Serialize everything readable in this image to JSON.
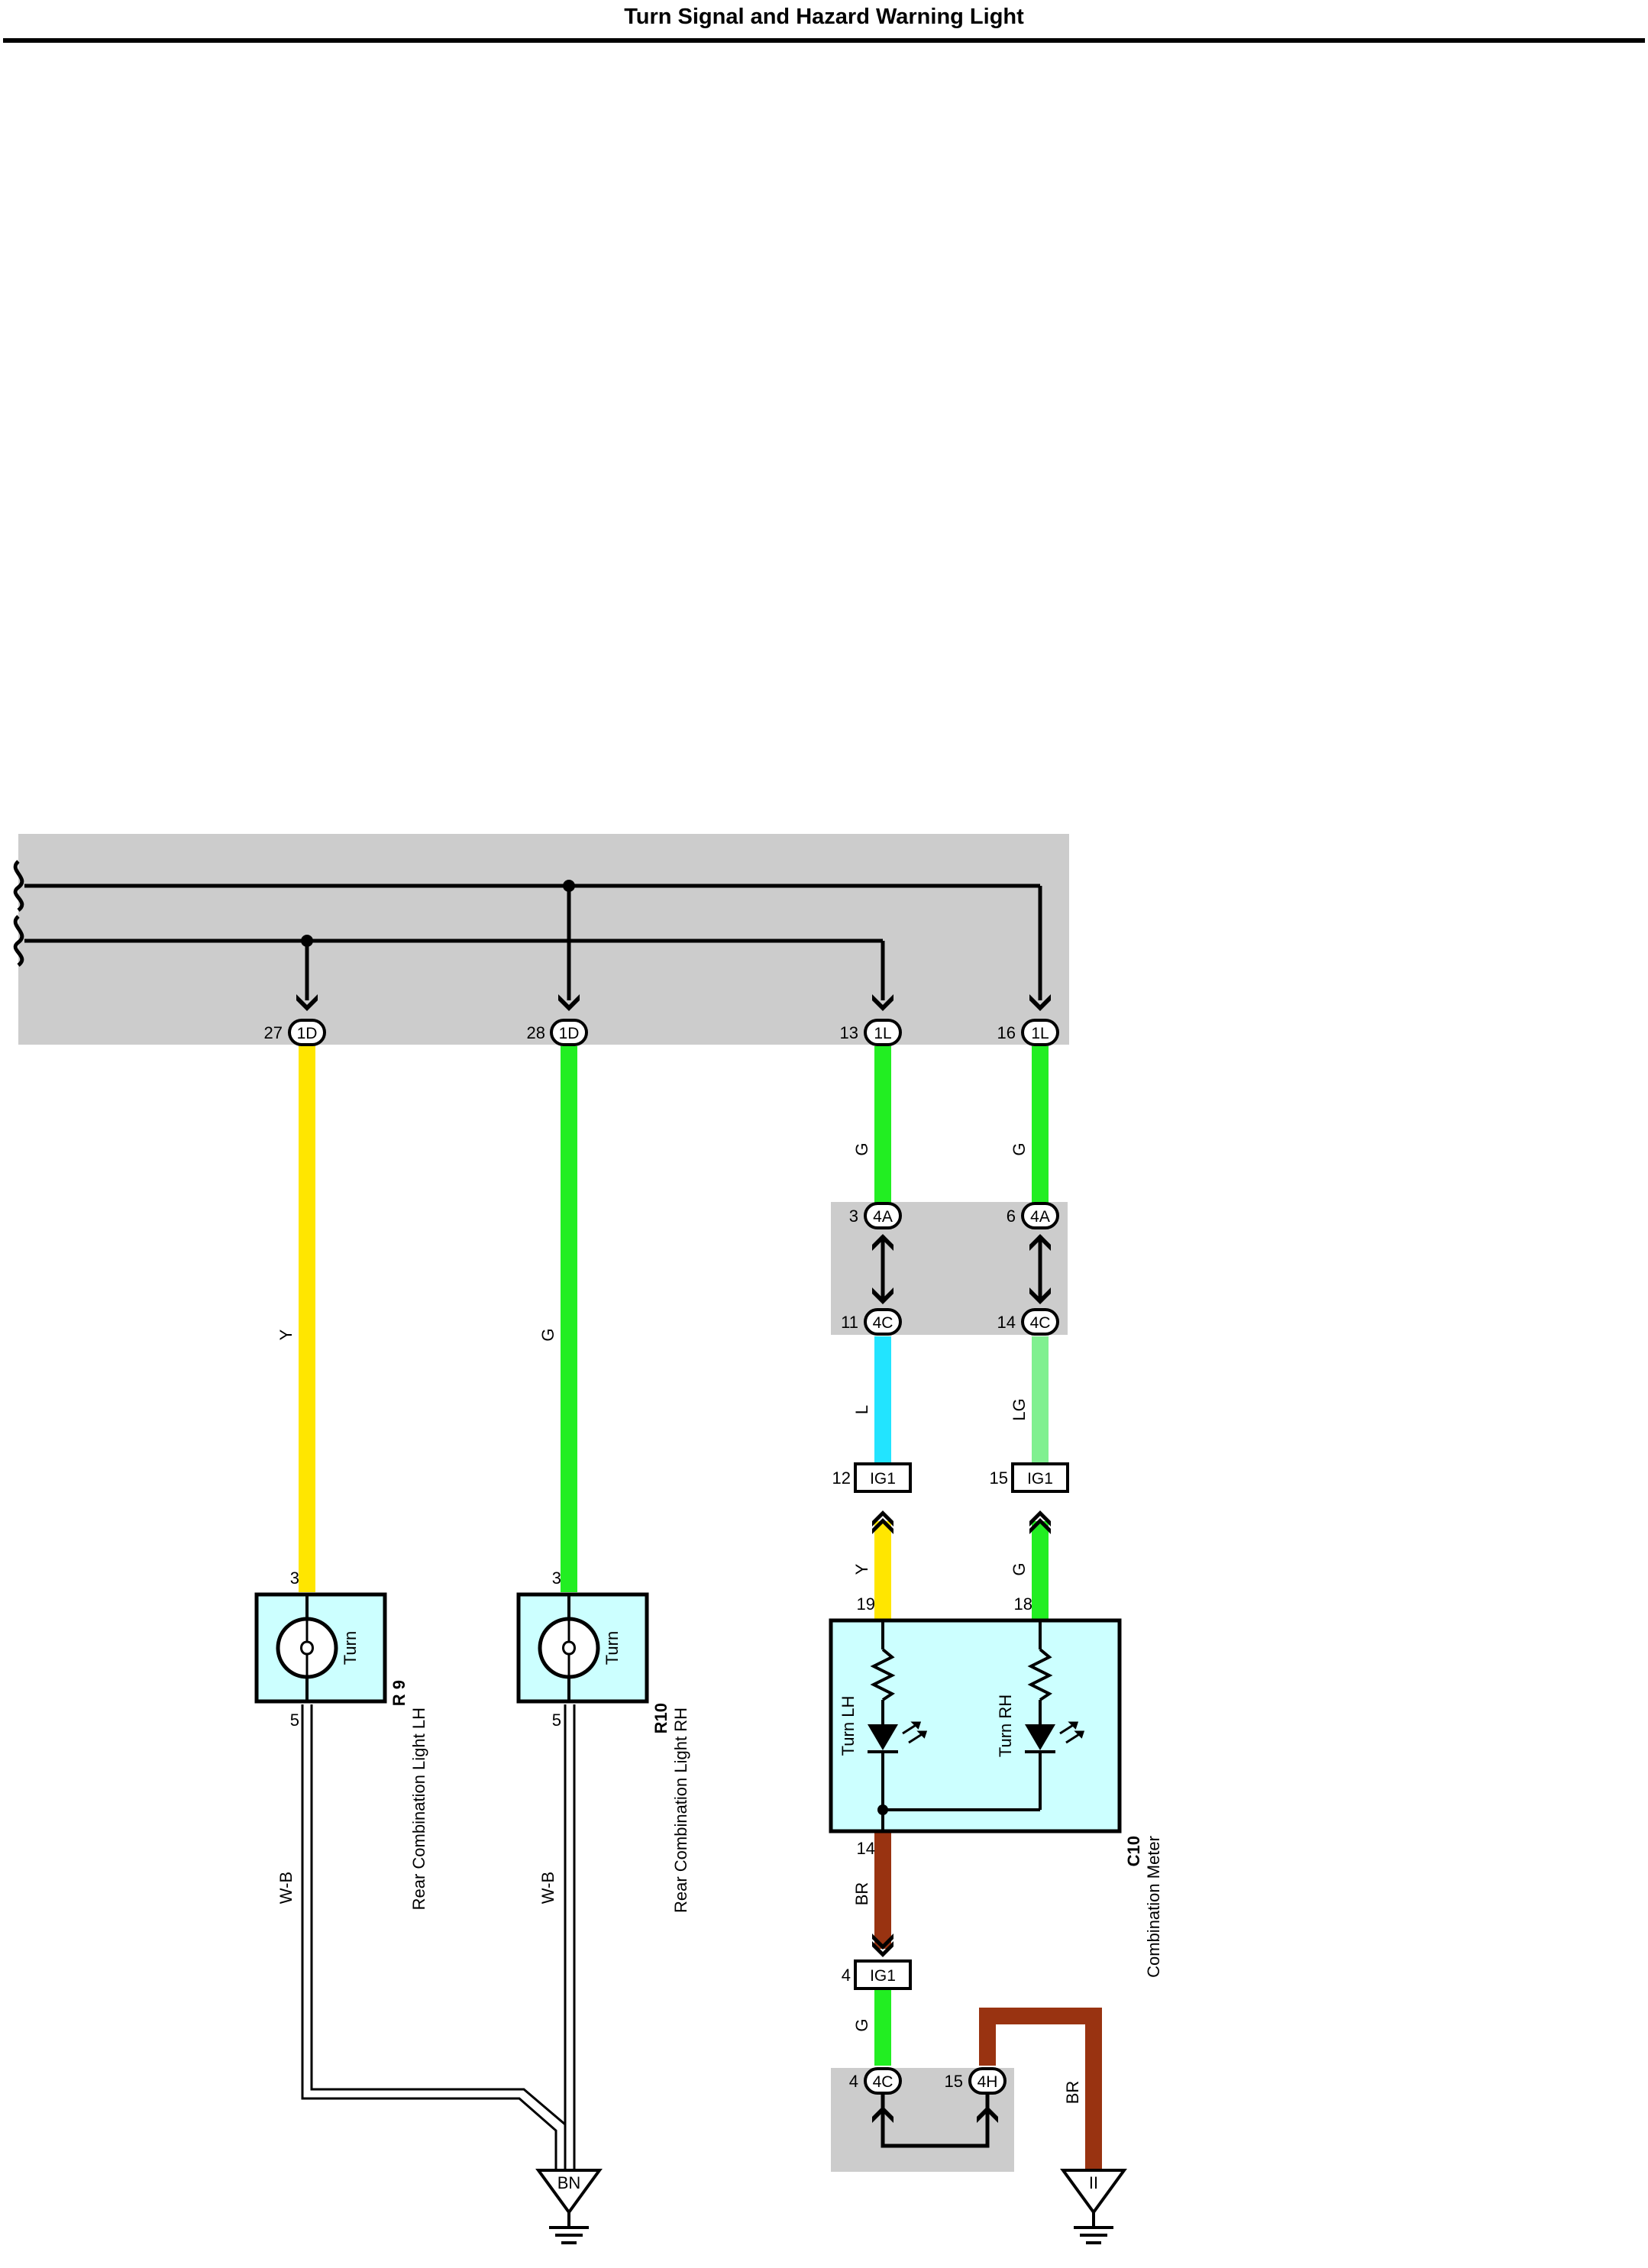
{
  "title": "Turn Signal and Hazard Warning Light",
  "colors": {
    "yellow": "#ffe600",
    "green": "#22ee22",
    "light_blue": "#22e4ff",
    "light_green": "#80f090",
    "brown": "#993311",
    "component_fill": "#ccffff",
    "junction_block_fill": "#cccccc"
  },
  "wires": {
    "y_lh": "Y",
    "g_rh": "G",
    "g_13": "G",
    "g_16": "G",
    "l_11": "L",
    "lg_14": "LG",
    "y_19": "Y",
    "g_18": "G",
    "wb_lh": "W-B",
    "wb_rh": "W-B",
    "br_14": "BR",
    "g_ig1": "G",
    "br_4h": "BR"
  },
  "pins": {
    "p27": "27",
    "p28": "28",
    "p13": "13",
    "p16": "16",
    "p3a": "3",
    "p6a": "6",
    "p11c": "11",
    "p14c": "14",
    "p12ig": "12",
    "p15ig": "15",
    "p19": "19",
    "p18": "18",
    "r9_in": "3",
    "r10_in": "3",
    "r9_out": "5",
    "r10_out": "5",
    "c10_gnd": "14",
    "p4ig": "4",
    "p4c": "4",
    "p15h": "15"
  },
  "connectors": {
    "c27": "1D",
    "c28": "1D",
    "c13": "1L",
    "c16": "1L",
    "c4a1": "4A",
    "c4a2": "4A",
    "c4c1": "4C",
    "c4c2": "4C",
    "ig_12": "IG1",
    "ig_15": "IG1",
    "ig_4": "IG1",
    "c4c_gnd": "4C",
    "c4h": "4H"
  },
  "components": {
    "r9": {
      "code": "R 9",
      "name": "Rear Combination Light LH",
      "bulb": "Turn"
    },
    "r10": {
      "code": "R10",
      "name": "Rear Combination Light RH",
      "bulb": "Turn"
    },
    "c10": {
      "code": "C10",
      "name": "Combination Meter",
      "led_left": "Turn LH",
      "led_right": "Turn RH"
    }
  },
  "grounds": {
    "g1": "BN",
    "g2": "II"
  }
}
